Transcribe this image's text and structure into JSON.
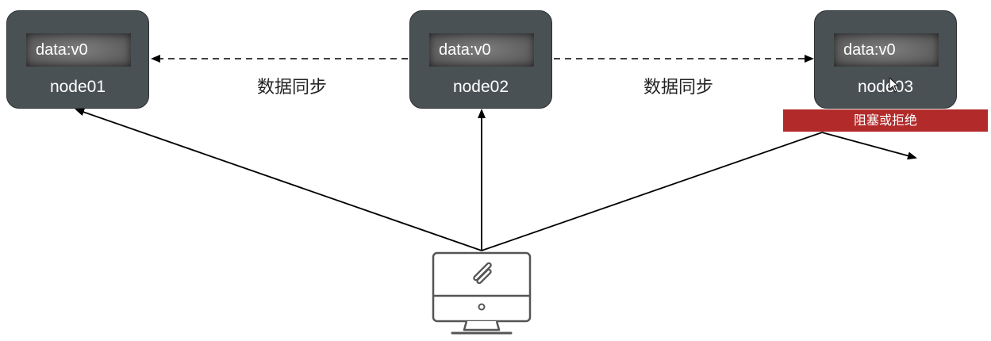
{
  "nodes": [
    {
      "name": "node01",
      "data": "data:v0"
    },
    {
      "name": "node02",
      "data": "data:v0"
    },
    {
      "name": "node03",
      "data": "data:v0"
    }
  ],
  "sync_labels": [
    "数据同步",
    "数据同步"
  ],
  "blocked_badge": "阻塞或拒绝",
  "colors": {
    "node_fill": "#4a5155",
    "badge_fill": "#b22a2a",
    "line": "#000000"
  },
  "icons": {
    "client": "desktop-computer-icon"
  }
}
